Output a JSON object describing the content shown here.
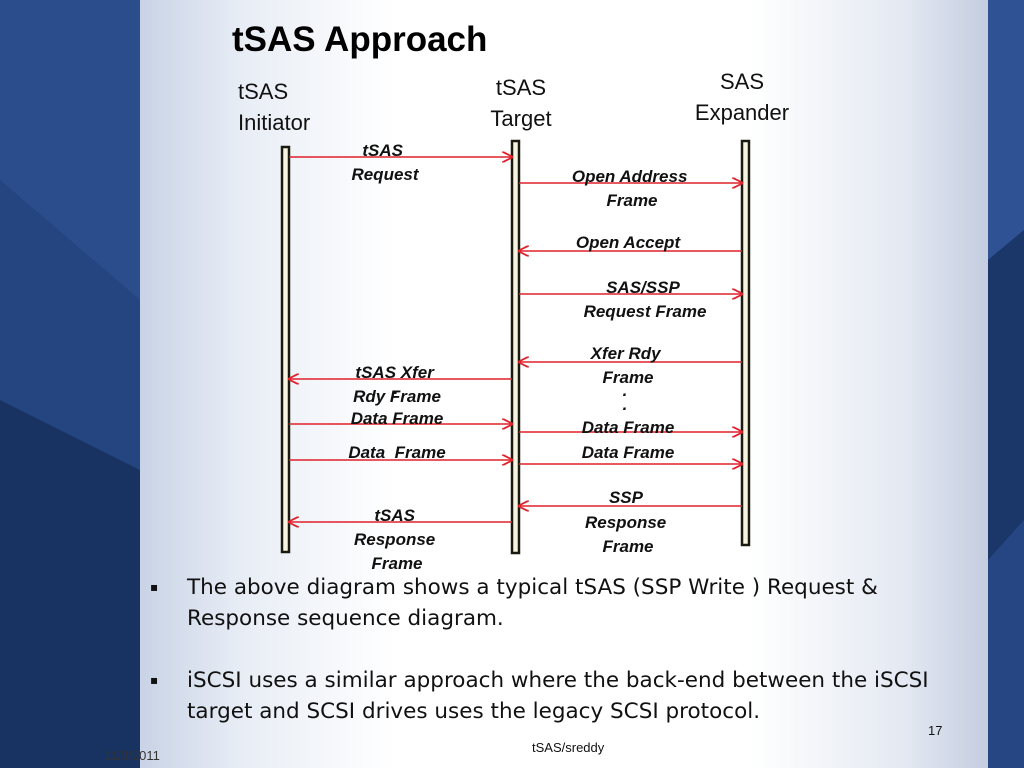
{
  "title": "tSAS Approach",
  "actors": {
    "initiator": [
      "tSAS",
      "Initiator"
    ],
    "target": [
      "tSAS",
      "Target"
    ],
    "expander": [
      "SAS",
      "Expander"
    ]
  },
  "messages": {
    "tsas_request": [
      "tSAS",
      "Request"
    ],
    "open_address_frame": [
      "Open Address",
      "Frame"
    ],
    "open_accept": [
      "Open Accept"
    ],
    "sas_ssp_request": [
      "SAS/SSP",
      "Request Frame"
    ],
    "xfer_rdy_frame": [
      "Xfer Rdy",
      "Frame"
    ],
    "tsas_xfer_rdy": [
      "tSAS Xfer",
      "Rdy Frame"
    ],
    "data_frame_1_left": [
      "Data Frame"
    ],
    "data_frame_1_right": [
      "Data Frame"
    ],
    "data_frame_2_left": [
      "Data  Frame"
    ],
    "data_frame_2_right": [
      "Data Frame"
    ],
    "ssp_response": [
      "SSP",
      "Response",
      "Frame"
    ],
    "tsas_response": [
      "tSAS",
      "Response",
      "Frame"
    ],
    "ellipsis": "."
  },
  "colors": {
    "arrow": "#e0202a",
    "lifeline_fill": "#f6f3e0",
    "lifeline_stroke": "#1a1a10"
  },
  "bullets": [
    "The above diagram shows a typical tSAS (SSP Write ) Request & Response sequence diagram.",
    "iSCSI uses a similar approach where the back-end between the iSCSI target and SCSI drives uses the legacy SCSI protocol."
  ],
  "bullet_marker": "▪",
  "footer": {
    "date": "11/3/2011",
    "center": "tSAS/sreddy",
    "page": "17"
  }
}
